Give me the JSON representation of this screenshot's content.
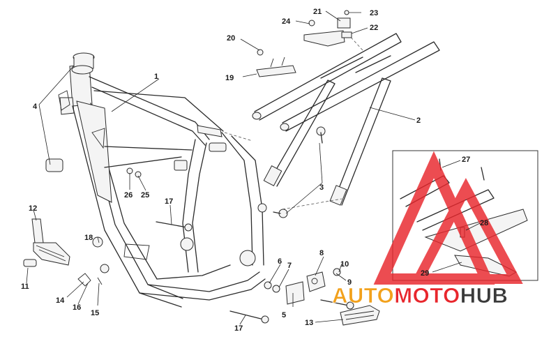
{
  "callouts": [
    {
      "id": "c1",
      "label": "1"
    },
    {
      "id": "c2",
      "label": "2"
    },
    {
      "id": "c3",
      "label": "3"
    },
    {
      "id": "c4",
      "label": "4"
    },
    {
      "id": "c5",
      "label": "5"
    },
    {
      "id": "c6",
      "label": "6"
    },
    {
      "id": "c7",
      "label": "7"
    },
    {
      "id": "c8",
      "label": "8"
    },
    {
      "id": "c9",
      "label": "9"
    },
    {
      "id": "c10",
      "label": "10"
    },
    {
      "id": "c11",
      "label": "11"
    },
    {
      "id": "c12",
      "label": "12"
    },
    {
      "id": "c13",
      "label": "13"
    },
    {
      "id": "c14",
      "label": "14"
    },
    {
      "id": "c15",
      "label": "15"
    },
    {
      "id": "c16",
      "label": "16"
    },
    {
      "id": "c17a",
      "label": "17"
    },
    {
      "id": "c17b",
      "label": "17"
    },
    {
      "id": "c18",
      "label": "18"
    },
    {
      "id": "c19",
      "label": "19"
    },
    {
      "id": "c20",
      "label": "20"
    },
    {
      "id": "c21",
      "label": "21"
    },
    {
      "id": "c22",
      "label": "22"
    },
    {
      "id": "c23",
      "label": "23"
    },
    {
      "id": "c24",
      "label": "24"
    },
    {
      "id": "c25",
      "label": "25"
    },
    {
      "id": "c26",
      "label": "26"
    },
    {
      "id": "c27",
      "label": "27"
    },
    {
      "id": "c28",
      "label": "28"
    },
    {
      "id": "c29",
      "label": "29"
    }
  ],
  "watermark": {
    "part1": "AUTO",
    "part2": "MOTO",
    "part3": "HUB",
    "color_red": "#e8262c",
    "color_dark": "#3a3a3a"
  }
}
